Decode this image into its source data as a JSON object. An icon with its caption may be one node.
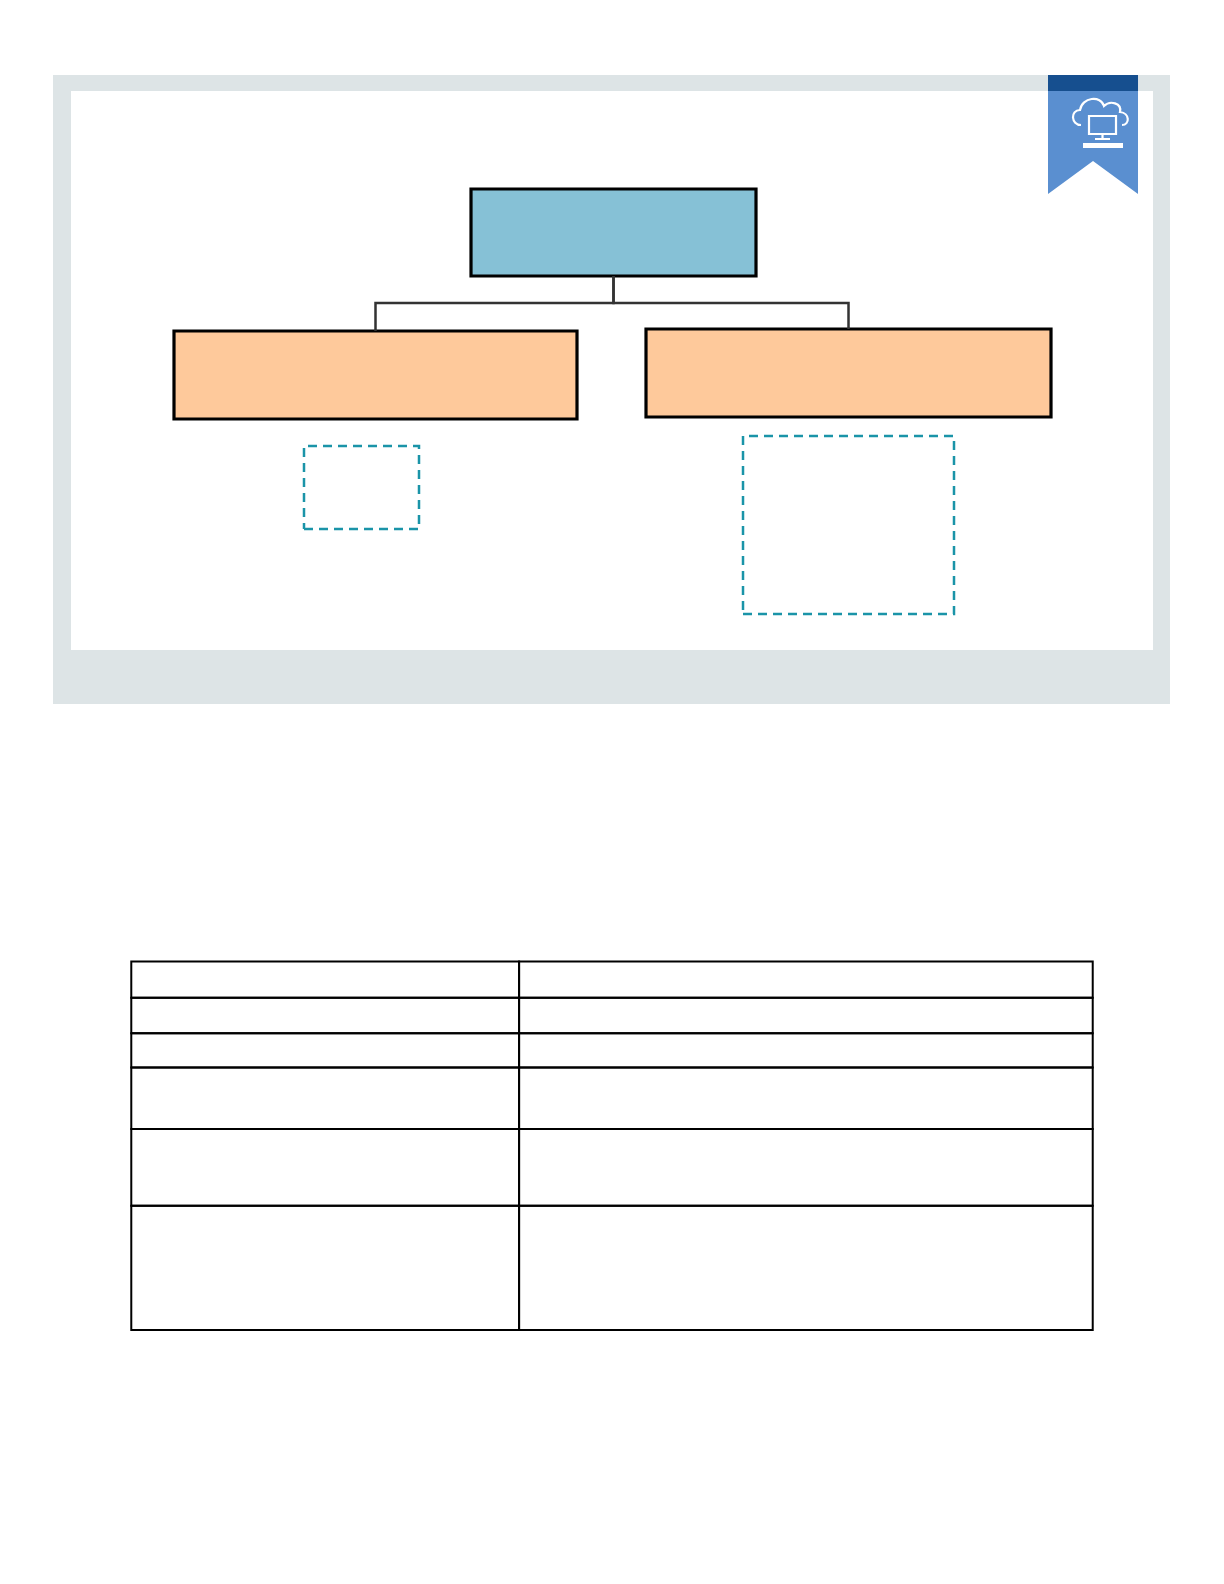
{
  "diagram": {
    "nodes": [
      {
        "text": [],
        "shape": "box"
      },
      {
        "text": [],
        "shape": "box"
      },
      {
        "text": [],
        "shape": "box"
      },
      {
        "text": [],
        "shape": "box"
      },
      {
        "text": [],
        "shape": "box"
      }
    ],
    "edges": [
      {
        "from": 0,
        "to": 1,
        "arrow": "none"
      },
      {
        "from": 0,
        "to": 2,
        "arrow": "none"
      }
    ]
  }
}
